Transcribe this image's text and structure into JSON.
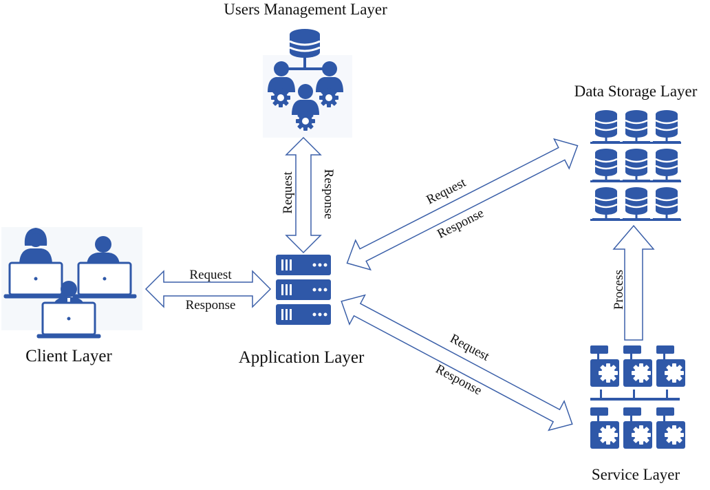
{
  "colors": {
    "icon": "#2f58a8",
    "icon_light": "#3e67b3",
    "arrow_stroke": "#3a5fa8",
    "background_tint": "#eef3f9"
  },
  "nodes": {
    "users": {
      "label": "Users Management Layer",
      "icon": "users-network-icon"
    },
    "storage": {
      "label": "Data Storage Layer",
      "icon": "database-grid-icon"
    },
    "client": {
      "label": "Client Layer",
      "icon": "laptop-users-icon"
    },
    "application": {
      "label": "Application Layer",
      "icon": "server-rack-icon"
    },
    "service": {
      "label": "Service Layer",
      "icon": "service-gears-icon"
    }
  },
  "edges": {
    "users_app": {
      "request": "Request",
      "response": "Response"
    },
    "client_app": {
      "request": "Request",
      "response": "Response"
    },
    "app_storage": {
      "request": "Request",
      "response": "Response"
    },
    "app_service": {
      "request": "Request",
      "response": "Response"
    },
    "service_storage": {
      "label": "Process"
    }
  }
}
